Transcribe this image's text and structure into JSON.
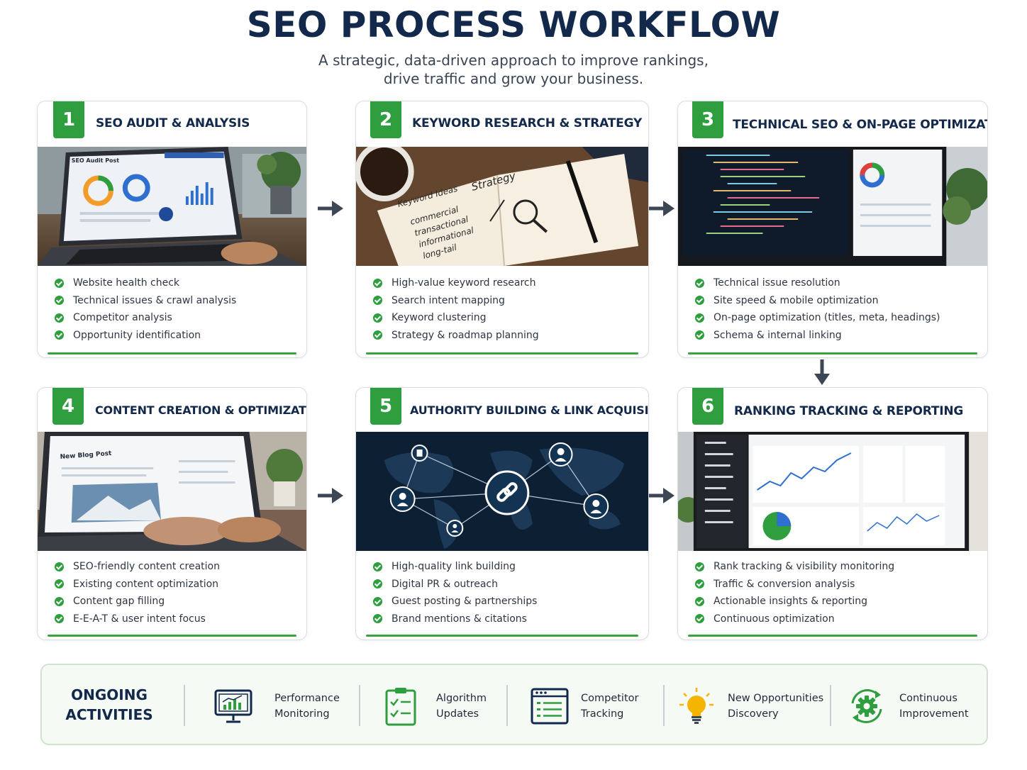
{
  "header": {
    "title": "SEO PROCESS WORKFLOW",
    "subtitle_line1": "A strategic, data-driven approach to improve rankings,",
    "subtitle_line2": "drive traffic and grow your business."
  },
  "colors": {
    "green": "#2f9e3f",
    "navy": "#13294b",
    "arrow": "#3c4654"
  },
  "steps": [
    {
      "number": "1",
      "title": "SEO AUDIT & ANALYSIS",
      "image_text": "SEO Audit Post",
      "items": [
        "Website health check",
        "Technical issues & crawl analysis",
        "Competitor analysis",
        "Opportunity identification"
      ]
    },
    {
      "number": "2",
      "title": "KEYWORD RESEARCH & STRATEGY",
      "image_text": [
        "Keyword Ideas",
        "commercial",
        "transactional",
        "informational",
        "long-tail",
        "Strategy"
      ],
      "items": [
        "High-value keyword research",
        "Search intent mapping",
        "Keyword clustering",
        "Strategy & roadmap planning"
      ]
    },
    {
      "number": "3",
      "title": "TECHNICAL SEO & ON-PAGE OPTIMIZATION",
      "items": [
        "Technical issue resolution",
        "Site speed & mobile optimization",
        "On-page optimization (titles, meta, headings)",
        "Schema & internal linking"
      ]
    },
    {
      "number": "4",
      "title": "CONTENT CREATION & OPTIMIZATION",
      "image_text": "New Blog Post",
      "items": [
        "SEO-friendly content creation",
        "Existing content optimization",
        "Content gap filling",
        "E-E-A-T & user intent focus"
      ]
    },
    {
      "number": "5",
      "title": "AUTHORITY BUILDING & LINK ACQUISITION",
      "items": [
        "High-quality link building",
        "Digital PR & outreach",
        "Guest posting & partnerships",
        "Brand mentions & citations"
      ]
    },
    {
      "number": "6",
      "title": "RANKING TRACKING & REPORTING",
      "items": [
        "Rank tracking & visibility monitoring",
        "Traffic & conversion analysis",
        "Actionable insights & reporting",
        "Continuous optimization"
      ]
    }
  ],
  "ongoing": {
    "title_line1": "ONGOING",
    "title_line2": "ACTIVITIES",
    "activities": [
      {
        "label": "Performance\nMonitoring",
        "icon": "monitor-chart-icon"
      },
      {
        "label": "Algorithm\nUpdates",
        "icon": "clipboard-checklist-icon"
      },
      {
        "label": "Competitor\nTracking",
        "icon": "browser-list-icon"
      },
      {
        "label": "New Opportunities\nDiscovery",
        "icon": "lightbulb-icon"
      },
      {
        "label": "Continuous\nImprovement",
        "icon": "gear-cycle-icon"
      }
    ]
  }
}
